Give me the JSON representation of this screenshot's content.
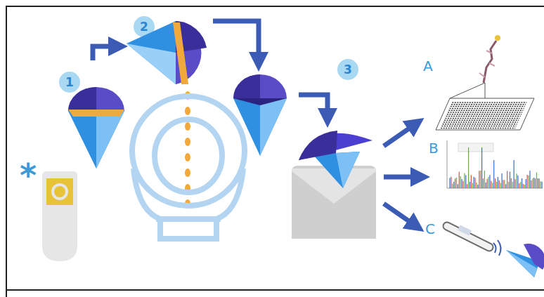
{
  "diagram": {
    "labels": [
      "*",
      "1",
      "2",
      "3",
      "A",
      "B",
      "C"
    ]
  }
}
